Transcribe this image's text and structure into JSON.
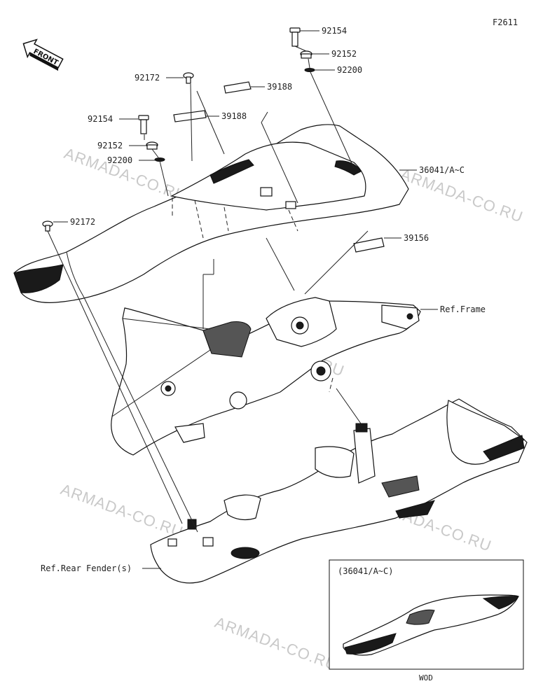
{
  "figure_id": "F2611",
  "front_badge": "FRONT",
  "watermark": "ARMADA-CO.RU",
  "callouts": {
    "bolt_92154": "92154",
    "washer_92152": "92152",
    "ring_92200": "92200",
    "clip_92172": "92172",
    "label_39188": "39188",
    "label_39156": "39156",
    "cover_36041": "36041/A~C",
    "ref_frame": "Ref.Frame",
    "ref_rear_fender": "Ref.Rear Fender(s)"
  },
  "inset": {
    "title": "(36041/A~C)",
    "caption": "WOD"
  }
}
